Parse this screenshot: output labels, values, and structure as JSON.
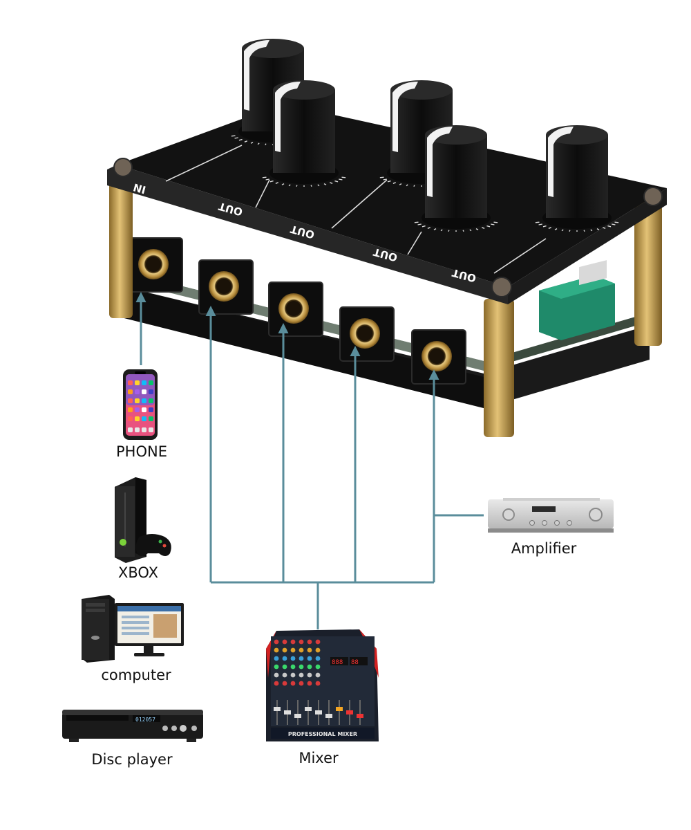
{
  "colors": {
    "connector": "#5a8d9b",
    "enclosure": "#141414",
    "brass": "#c9a14c",
    "knob": "#1a1a1a",
    "knob_mark": "#ffffff"
  },
  "device": {
    "panel_labels": [
      "IN",
      "OUT",
      "OUT",
      "OUT",
      "OUT"
    ],
    "knob_count": 5,
    "jack_count": 5
  },
  "devices": [
    {
      "id": "phone",
      "label": "PHONE",
      "icon": "smartphone-icon"
    },
    {
      "id": "xbox",
      "label": "XBOX",
      "icon": "game-console-icon"
    },
    {
      "id": "computer",
      "label": "computer",
      "icon": "desktop-computer-icon"
    },
    {
      "id": "disc",
      "label": "Disc player",
      "icon": "disc-player-icon"
    },
    {
      "id": "mixer",
      "label": "Mixer",
      "icon": "audio-mixer-icon",
      "print": "PROFESSIONAL MIXER"
    },
    {
      "id": "amp",
      "label": "Amplifier",
      "icon": "amplifier-icon"
    }
  ]
}
